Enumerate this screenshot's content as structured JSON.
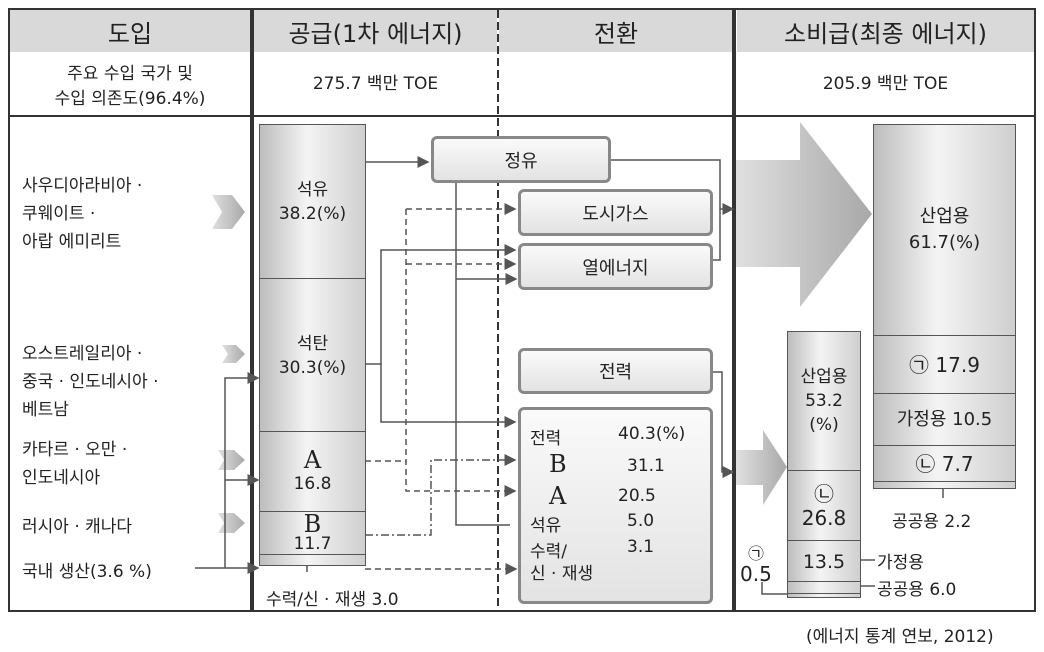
{
  "headers": {
    "intro": "도입",
    "supply": "공급(1차 에너지)",
    "conversion": "전환",
    "consumption": "소비급(최종 에너지)"
  },
  "subheaders": {
    "intro_line1": "주요 수입 국가 및",
    "intro_line2": "수입 의존도(96.4%)",
    "supply_total": "275.7 백만 TOE",
    "consumption_total": "205.9 백만 TOE"
  },
  "sources": [
    {
      "line1": "사우디아라비아 ·",
      "line2": "쿠웨이트 ·",
      "line3": "아랍 에미리트"
    },
    {
      "line1": "오스트레일리아 ·",
      "line2": "중국 · 인도네시아 ·",
      "line3": "베트남"
    },
    {
      "line1": "카타르 · 오만 ·",
      "line2": "인도네시아"
    },
    {
      "line1": "러시아 · 캐나다"
    },
    {
      "line1": "국내 생산(3.6 %)"
    }
  ],
  "supply_bar": [
    {
      "name": "석유",
      "value": "38.2(%)"
    },
    {
      "name": "석탄",
      "value": "30.3(%)"
    },
    {
      "name": "A",
      "value": "16.8"
    },
    {
      "name": "B",
      "value": "11.7"
    }
  ],
  "supply_hydro": "수력/신 · 재생 3.0",
  "conversion": {
    "refinery": "정유",
    "city_gas": "도시가스",
    "heat": "열에너지",
    "power": "전력",
    "power_mix": [
      {
        "name": "전력",
        "value": "40.3(%)"
      },
      {
        "name": "B",
        "value": "31.1"
      },
      {
        "name": "A",
        "value": "20.5"
      },
      {
        "name": "석유",
        "value": "5.0"
      },
      {
        "name": "수력/",
        "name2": "신 · 재생",
        "value": "3.1"
      }
    ]
  },
  "final_bar": {
    "industry": "산업용",
    "industry_value": "61.7(%)",
    "g_value": "㉠ 17.9",
    "household": "가정용 10.5",
    "n_value": "㉡ 7.7",
    "public": "공공용 2.2"
  },
  "power_bar": {
    "industry": "산업용",
    "industry_value": "53.2",
    "industry_pct": "(%)",
    "n_mark": "㉡",
    "n_value": "26.8",
    "household_value": "13.5",
    "household_label": "가정용",
    "public_label": "공공용 6.0",
    "g_mark": "㉠",
    "g_value": "0.5"
  },
  "source_note": "(에너지 통계 연보, 2012)"
}
